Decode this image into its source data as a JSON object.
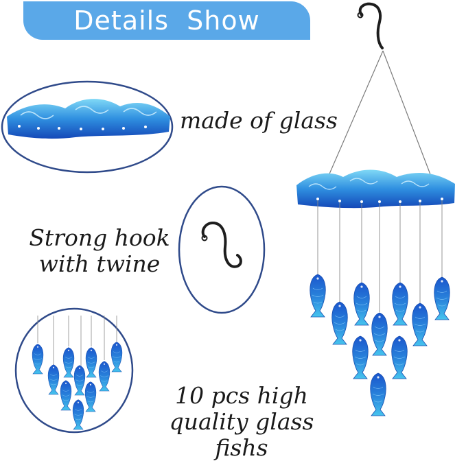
{
  "banner": {
    "title": "Details  Show"
  },
  "captions": {
    "glass": "made of glass",
    "hook_line1": "Strong hook",
    "hook_line2": "with twine",
    "fish_line1": "10 pcs high",
    "fish_line2": "quality glass fishs"
  },
  "colors": {
    "banner": "#5aa8e8",
    "ring": "#2f4a8a",
    "glass_deep": "#1a5fd0",
    "glass_light": "#4cc3ef",
    "hook": "#1e1e1e"
  }
}
